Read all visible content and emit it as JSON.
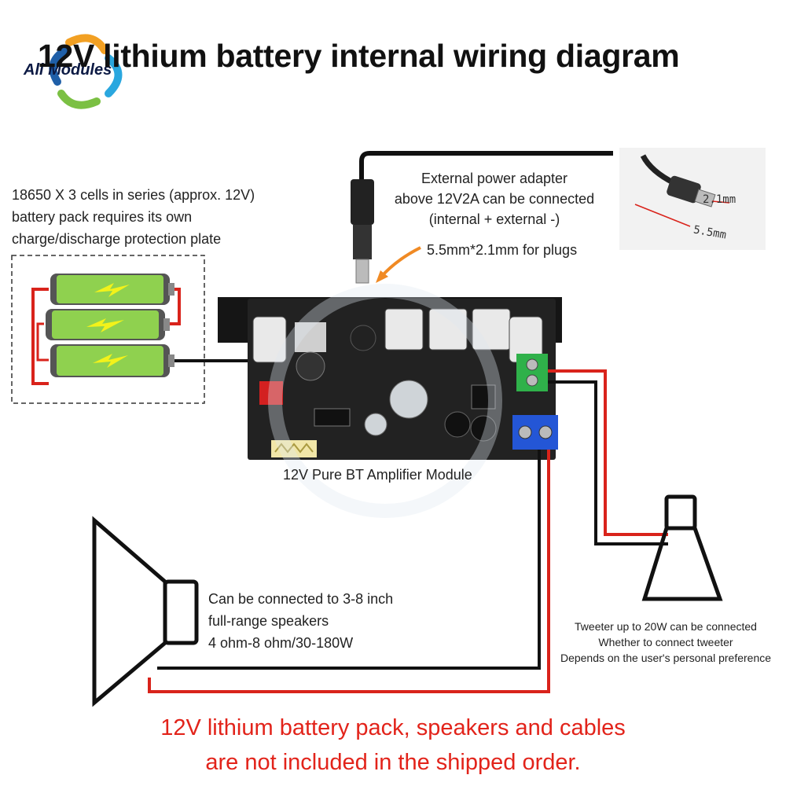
{
  "title": "12V lithium battery internal wiring diagram",
  "logo": {
    "text": "All Modules",
    "icon": "swirl-logo"
  },
  "battery_note": [
    "18650 X 3 cells in series (approx. 12V)",
    "battery pack requires its own",
    "charge/discharge protection plate"
  ],
  "power_note": [
    "External power adapter",
    "above 12V2A can be connected",
    "(internal + external -)"
  ],
  "plug_note": "5.5mm*2.1mm for plugs",
  "plug_dims": {
    "inner": "2.1mm",
    "outer": "5.5mm"
  },
  "module_label": "12V Pure BT Amplifier Module",
  "speaker_note": [
    "Can be connected to 3-8 inch",
    "full-range speakers",
    "4 ohm-8 ohm/30-180W"
  ],
  "tweeter_note": [
    "Tweeter up to 20W can be connected",
    "Whether to connect tweeter",
    "Depends on the user's personal preference"
  ],
  "bottom_note": [
    "12V lithium battery pack, speakers and cables",
    "are not included in the shipped order."
  ],
  "colors": {
    "wire_red": "#d9231b",
    "wire_black": "#111111",
    "note_red": "#e2231a",
    "battery_green": "#8fd14f"
  }
}
